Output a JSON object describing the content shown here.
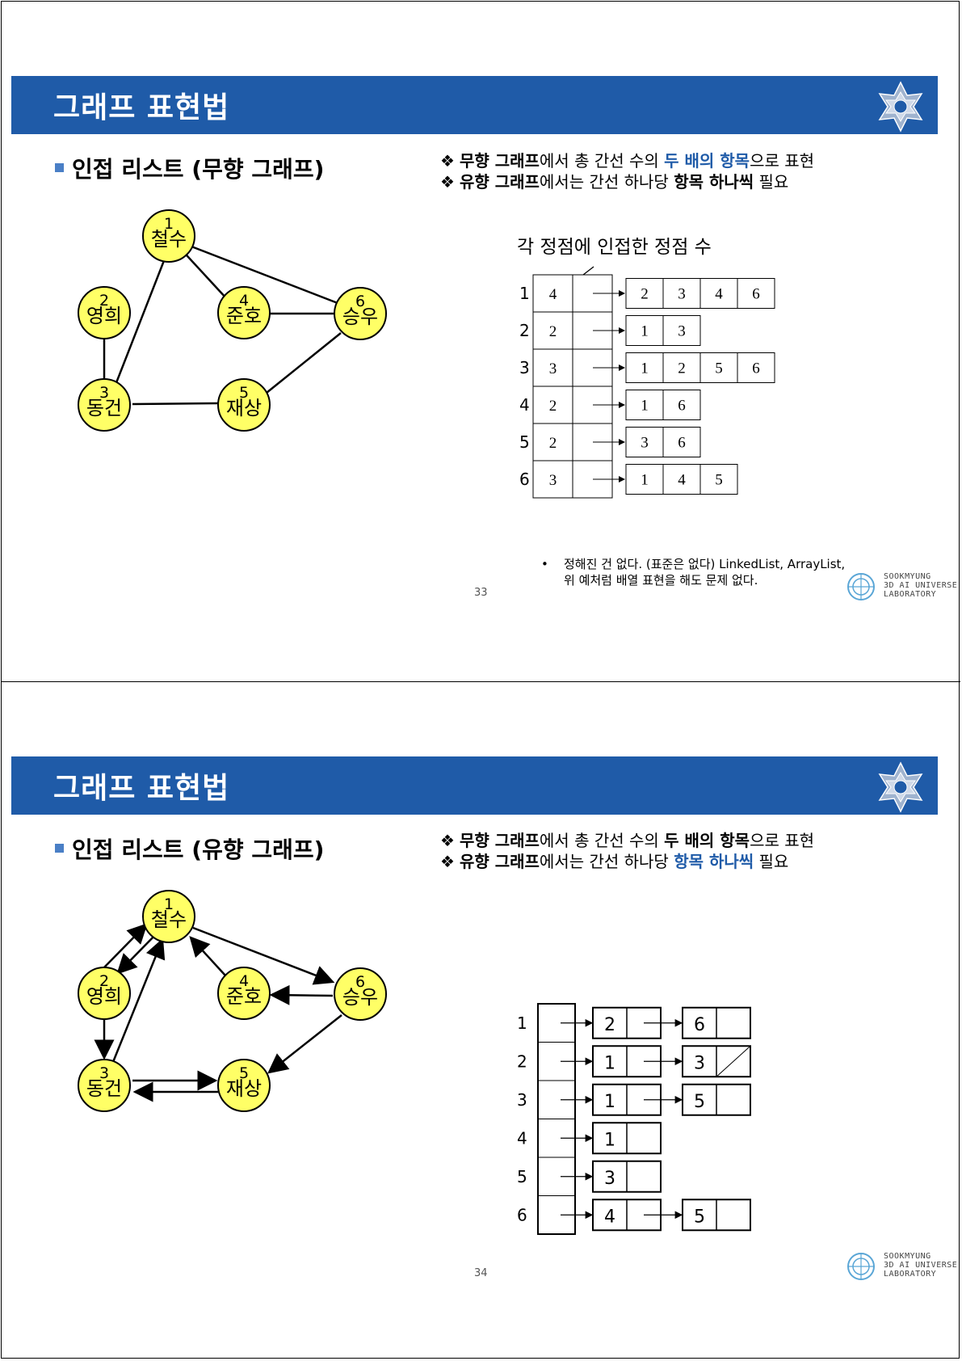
{
  "slide33": {
    "title": "그래프 표현법",
    "section": "인접 리스트 (무향 그래프)",
    "bullets": [
      {
        "mark": "❖",
        "p1": "무향 그래프",
        "p2": "에서 총 간선 수의 ",
        "p3": "두 배의 항목",
        "p4": "으로 표현"
      },
      {
        "mark": "❖",
        "p1": "유향 그래프",
        "p2": "에서는 간선 하나당 ",
        "p3": "항목 하나씩",
        "p4": " 필요"
      }
    ],
    "vertices": [
      {
        "num": "1",
        "name": "철수"
      },
      {
        "num": "2",
        "name": "영희"
      },
      {
        "num": "4",
        "name": "준호"
      },
      {
        "num": "6",
        "name": "승우"
      },
      {
        "num": "3",
        "name": "동건"
      },
      {
        "num": "5",
        "name": "재상"
      }
    ],
    "annotation": "각 정점에 인접한 정점 수",
    "rows": [
      {
        "index": "1",
        "count": "4",
        "list": [
          "2",
          "3",
          "4",
          "6"
        ]
      },
      {
        "index": "2",
        "count": "2",
        "list": [
          "1",
          "3"
        ]
      },
      {
        "index": "3",
        "count": "3",
        "list": [
          "1",
          "2",
          "5",
          "6"
        ]
      },
      {
        "index": "4",
        "count": "2",
        "list": [
          "1",
          "6"
        ]
      },
      {
        "index": "5",
        "count": "2",
        "list": [
          "3",
          "6"
        ]
      },
      {
        "index": "6",
        "count": "3",
        "list": [
          "1",
          "4",
          "5"
        ]
      }
    ],
    "note_bullet": "•",
    "note_line1": "정해진 건 없다. (표준은 없다) LinkedList, ArrayList,",
    "note_line2": "위 예처럼 배열 표현을 해도 문제 없다.",
    "page_number": "33"
  },
  "slide34": {
    "title": "그래프 표현법",
    "section": "인접 리스트 (유향 그래프)",
    "bullets": [
      {
        "mark": "❖",
        "p1": "무향 그래프",
        "p2": "에서 총 간선 수의 ",
        "p3": "두 배의 항목",
        "p4": "으로 표현"
      },
      {
        "mark": "❖",
        "p1": "유향 그래프",
        "p2": "에서는 간선 하나당 ",
        "p3": "항목 하나씩",
        "p4": " 필요"
      }
    ],
    "vertices": [
      {
        "num": "1",
        "name": "철수"
      },
      {
        "num": "2",
        "name": "영희"
      },
      {
        "num": "4",
        "name": "준호"
      },
      {
        "num": "6",
        "name": "승우"
      },
      {
        "num": "3",
        "name": "동건"
      },
      {
        "num": "5",
        "name": "재상"
      }
    ],
    "rows": [
      {
        "index": "1",
        "list": [
          "2",
          "6"
        ]
      },
      {
        "index": "2",
        "list": [
          "1",
          "3"
        ]
      },
      {
        "index": "3",
        "list": [
          "1",
          "5"
        ]
      },
      {
        "index": "4",
        "list": [
          "1"
        ]
      },
      {
        "index": "5",
        "list": [
          "3"
        ]
      },
      {
        "index": "6",
        "list": [
          "4",
          "5"
        ]
      }
    ],
    "page_number": "34"
  },
  "lab_logo": {
    "line1": "SOOKMYUNG",
    "line2": "3D AI UNIVERSE",
    "line3": "LABORATORY"
  },
  "colors": {
    "banner": "#1f5ba8",
    "vertex_fill": "#ffff66",
    "accent_blue": "#1f5ba8"
  }
}
